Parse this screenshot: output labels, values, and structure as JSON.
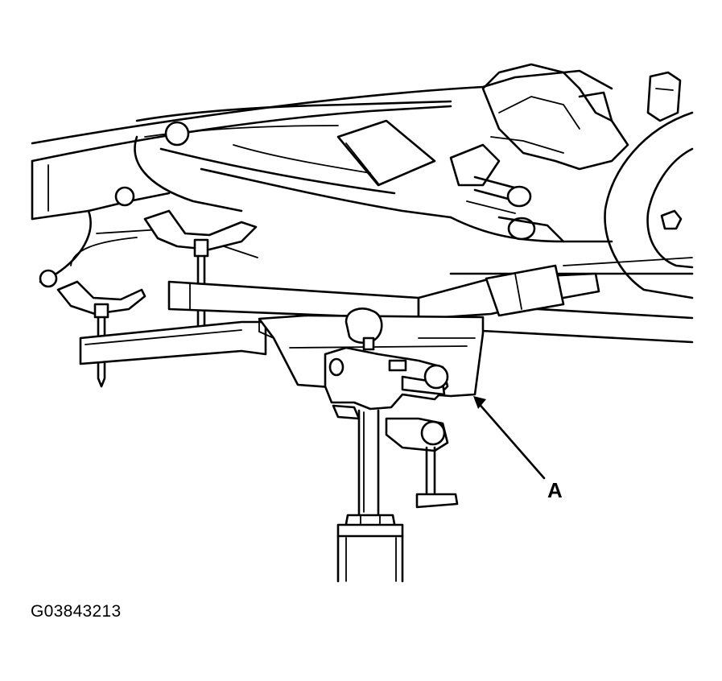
{
  "figure": {
    "callouts": [
      {
        "label": "A",
        "target": "transmission-jack-cradle-plate"
      }
    ],
    "figure_id": "G03843213"
  }
}
